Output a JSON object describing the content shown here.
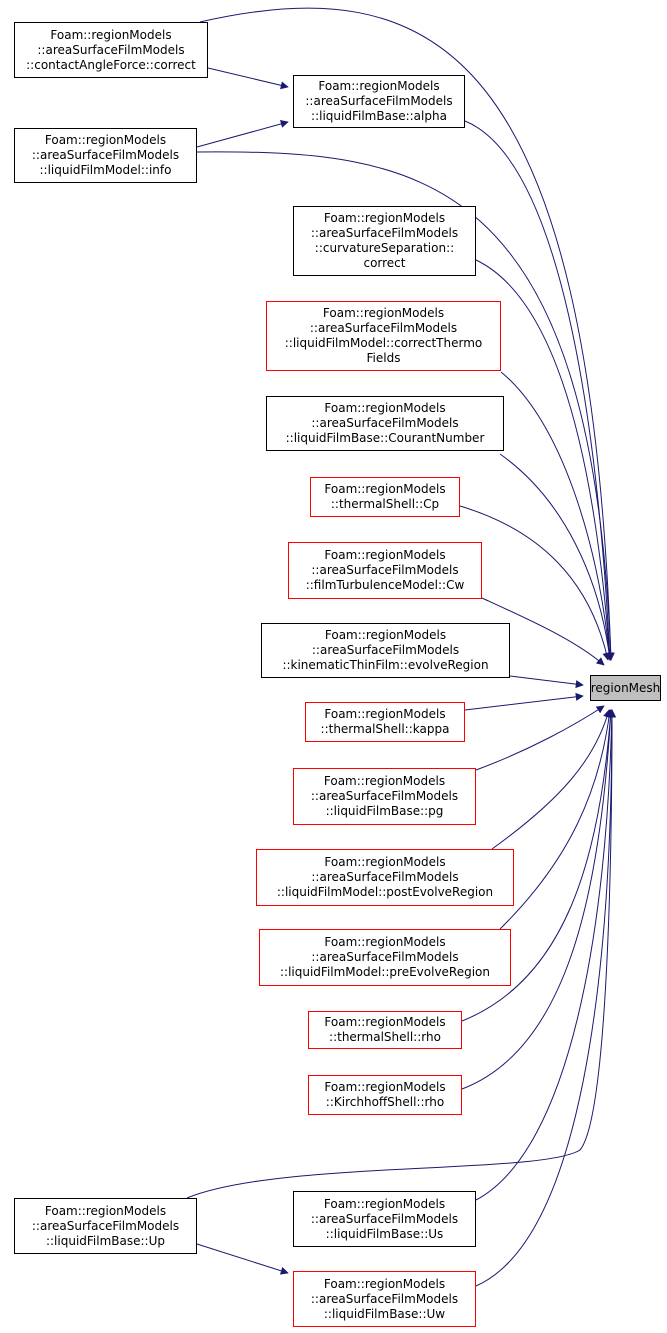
{
  "colors": {
    "edge": "#191970",
    "node_border": "#000000",
    "node_border_red": "#ff0000",
    "target_fill": "#bfbfbf"
  },
  "target": {
    "label": "regionMesh"
  },
  "nodes": [
    {
      "id": "contactAngleForce-correct",
      "label": "Foam::regionModels\n::areaSurfaceFilmModels\n::contactAngleForce::correct",
      "border": "black"
    },
    {
      "id": "liquidFilmBase-alpha",
      "label": "Foam::regionModels\n::areaSurfaceFilmModels\n::liquidFilmBase::alpha",
      "border": "black"
    },
    {
      "id": "liquidFilmModel-info",
      "label": "Foam::regionModels\n::areaSurfaceFilmModels\n::liquidFilmModel::info",
      "border": "black"
    },
    {
      "id": "curvatureSeparation-correct",
      "label": "Foam::regionModels\n::areaSurfaceFilmModels\n::curvatureSeparation::\ncorrect",
      "border": "black"
    },
    {
      "id": "liquidFilmModel-correctThermoFields",
      "label": "Foam::regionModels\n::areaSurfaceFilmModels\n::liquidFilmModel::correctThermo\nFields",
      "border": "red"
    },
    {
      "id": "liquidFilmBase-CourantNumber",
      "label": "Foam::regionModels\n::areaSurfaceFilmModels\n::liquidFilmBase::CourantNumber",
      "border": "black"
    },
    {
      "id": "thermalShell-Cp",
      "label": "Foam::regionModels\n::thermalShell::Cp",
      "border": "red"
    },
    {
      "id": "filmTurbulenceModel-Cw",
      "label": "Foam::regionModels\n::areaSurfaceFilmModels\n::filmTurbulenceModel::Cw",
      "border": "red"
    },
    {
      "id": "kinematicThinFilm-evolveRegion",
      "label": "Foam::regionModels\n::areaSurfaceFilmModels\n::kinematicThinFilm::evolveRegion",
      "border": "black"
    },
    {
      "id": "thermalShell-kappa",
      "label": "Foam::regionModels\n::thermalShell::kappa",
      "border": "red"
    },
    {
      "id": "liquidFilmBase-pg",
      "label": "Foam::regionModels\n::areaSurfaceFilmModels\n::liquidFilmBase::pg",
      "border": "red"
    },
    {
      "id": "liquidFilmModel-postEvolveRegion",
      "label": "Foam::regionModels\n::areaSurfaceFilmModels\n::liquidFilmModel::postEvolveRegion",
      "border": "red"
    },
    {
      "id": "liquidFilmModel-preEvolveRegion",
      "label": "Foam::regionModels\n::areaSurfaceFilmModels\n::liquidFilmModel::preEvolveRegion",
      "border": "red"
    },
    {
      "id": "thermalShell-rho",
      "label": "Foam::regionModels\n::thermalShell::rho",
      "border": "red"
    },
    {
      "id": "KirchhoffShell-rho",
      "label": "Foam::regionModels\n::KirchhoffShell::rho",
      "border": "red"
    },
    {
      "id": "liquidFilmBase-Up",
      "label": "Foam::regionModels\n::areaSurfaceFilmModels\n::liquidFilmBase::Up",
      "border": "black"
    },
    {
      "id": "liquidFilmBase-Us",
      "label": "Foam::regionModels\n::areaSurfaceFilmModels\n::liquidFilmBase::Us",
      "border": "black"
    },
    {
      "id": "liquidFilmBase-Uw",
      "label": "Foam::regionModels\n::areaSurfaceFilmModels\n::liquidFilmBase::Uw",
      "border": "red"
    }
  ],
  "edges": [
    {
      "from": "liquidFilmBase-alpha",
      "to": "regionMesh"
    },
    {
      "from": "contactAngleForce-correct",
      "to": "liquidFilmBase-alpha"
    },
    {
      "from": "contactAngleForce-correct",
      "to": "regionMesh"
    },
    {
      "from": "liquidFilmModel-info",
      "to": "liquidFilmBase-alpha"
    },
    {
      "from": "liquidFilmModel-info",
      "to": "regionMesh"
    },
    {
      "from": "curvatureSeparation-correct",
      "to": "regionMesh"
    },
    {
      "from": "liquidFilmModel-correctThermoFields",
      "to": "regionMesh"
    },
    {
      "from": "liquidFilmBase-CourantNumber",
      "to": "regionMesh"
    },
    {
      "from": "thermalShell-Cp",
      "to": "regionMesh"
    },
    {
      "from": "filmTurbulenceModel-Cw",
      "to": "regionMesh"
    },
    {
      "from": "kinematicThinFilm-evolveRegion",
      "to": "regionMesh"
    },
    {
      "from": "thermalShell-kappa",
      "to": "regionMesh"
    },
    {
      "from": "liquidFilmBase-pg",
      "to": "regionMesh"
    },
    {
      "from": "liquidFilmModel-postEvolveRegion",
      "to": "regionMesh"
    },
    {
      "from": "liquidFilmModel-preEvolveRegion",
      "to": "regionMesh"
    },
    {
      "from": "thermalShell-rho",
      "to": "regionMesh"
    },
    {
      "from": "KirchhoffShell-rho",
      "to": "regionMesh"
    },
    {
      "from": "liquidFilmBase-Up",
      "to": "regionMesh"
    },
    {
      "from": "liquidFilmBase-Up",
      "to": "liquidFilmBase-Uw"
    },
    {
      "from": "liquidFilmBase-Us",
      "to": "regionMesh"
    },
    {
      "from": "liquidFilmBase-Uw",
      "to": "regionMesh"
    }
  ]
}
